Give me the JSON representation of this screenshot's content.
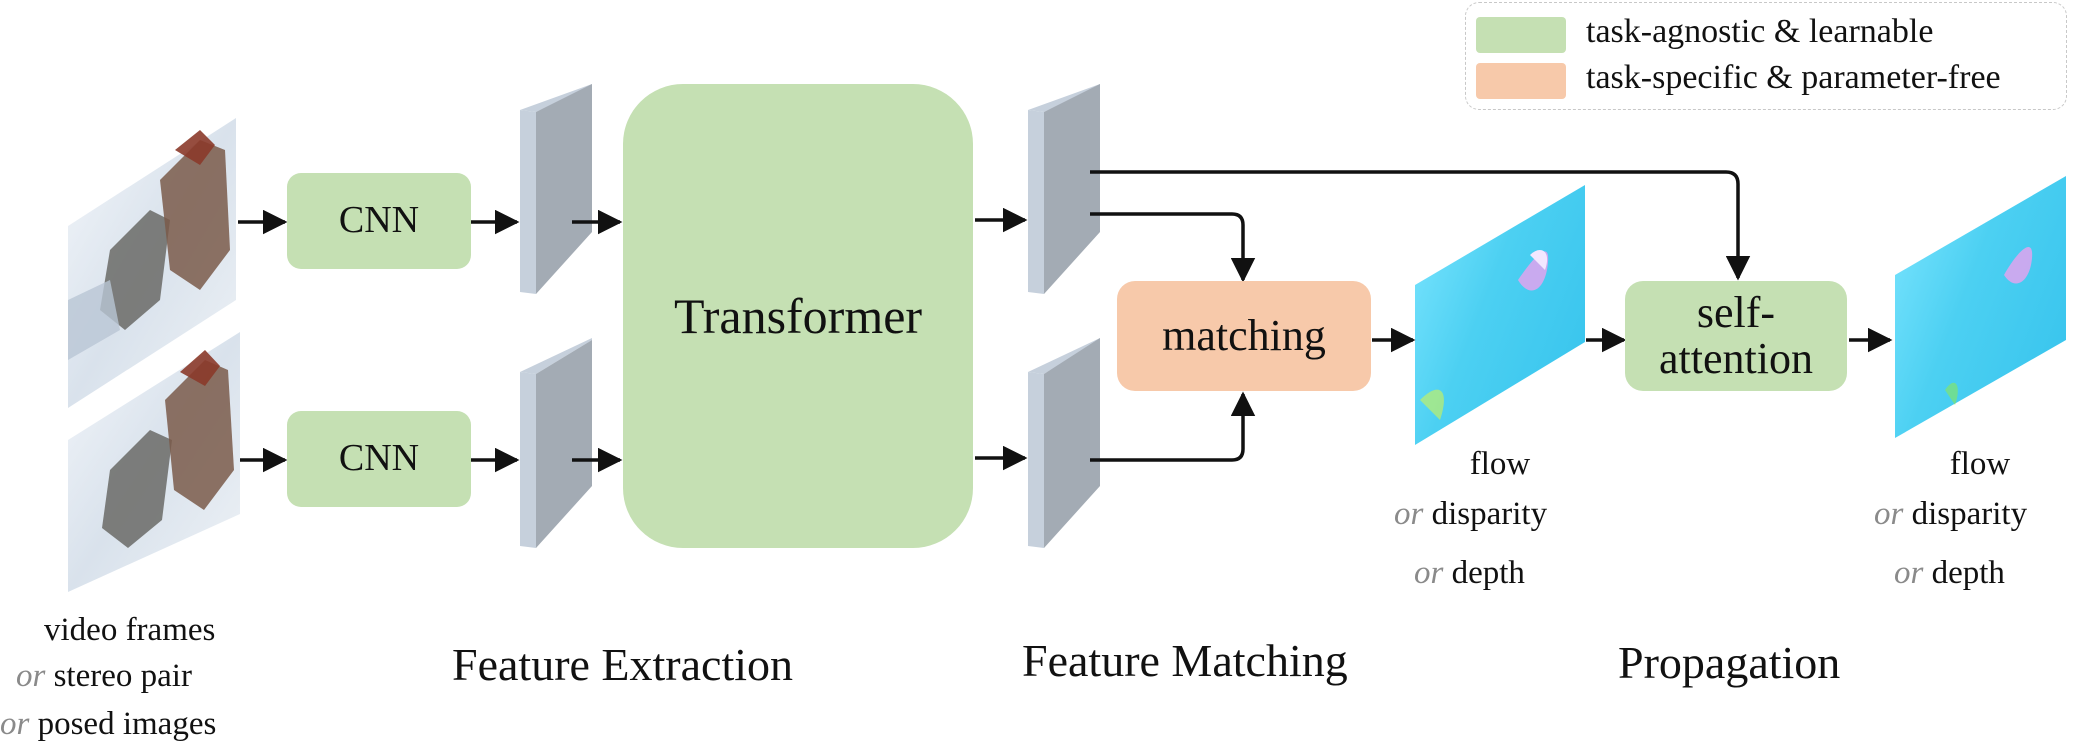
{
  "legend": {
    "items": [
      {
        "label": "task-agnostic & learnable",
        "color": "#c5e0b3"
      },
      {
        "label": "task-specific & parameter-free",
        "color": "#f7c9aa"
      }
    ]
  },
  "inputs": {
    "line1": "video frames",
    "line2_or": "or",
    "line2": " stereo pair",
    "line3_or": "or",
    "line3": " posed images"
  },
  "blocks": {
    "cnn_top": "CNN",
    "cnn_bottom": "CNN",
    "transformer": "Transformer",
    "matching": "matching",
    "self_attention_1": "self-",
    "self_attention_2": "attention"
  },
  "stages": {
    "extraction": "Feature Extraction",
    "matching": "Feature Matching",
    "propagation": "Propagation"
  },
  "outputs": {
    "mid": {
      "line1": "flow",
      "or2": "or",
      "line2": " disparity",
      "or3": "or",
      "line3": " depth"
    },
    "final": {
      "line1": "flow",
      "or2": "or",
      "line2": " disparity",
      "or3": "or",
      "line3": " depth"
    }
  },
  "colors": {
    "learnable": "#c5e0b3",
    "parameter_free": "#f7c9aa",
    "feature_front": "#a3abb4",
    "feature_side": "#c6d0dc"
  }
}
